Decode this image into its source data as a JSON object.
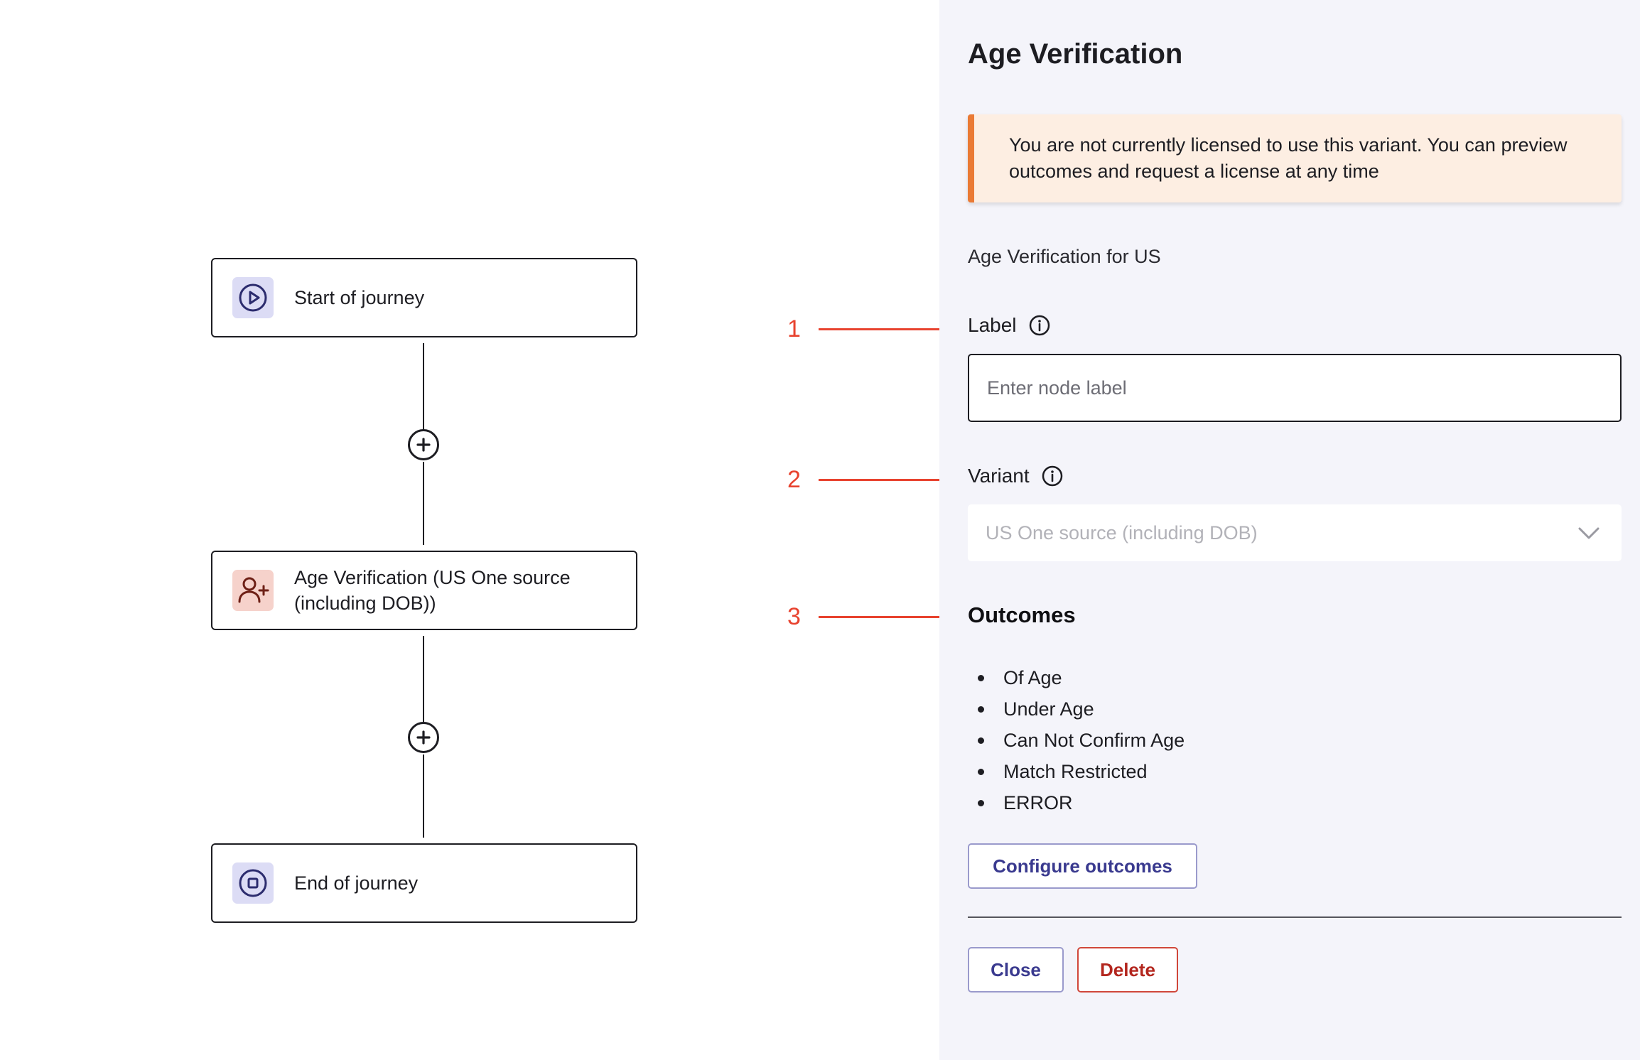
{
  "journey": {
    "nodes": [
      {
        "label": "Start of journey",
        "icon": "play-circle-icon"
      },
      {
        "label": "Age Verification (US One source (including DOB))",
        "icon": "user-add-icon"
      },
      {
        "label": "End of journey",
        "icon": "stop-circle-icon"
      }
    ],
    "add_step_icon": "plus-circle-icon"
  },
  "annotations": [
    "1",
    "2",
    "3"
  ],
  "panel": {
    "title": "Age Verification",
    "banner": "You are not currently licensed to use this variant. You can preview outcomes and request a license at any time",
    "subtitle": "Age Verification for US",
    "label_field": {
      "label": "Label",
      "placeholder": "Enter node label",
      "value": ""
    },
    "variant_field": {
      "label": "Variant",
      "selected": "US One source (including DOB)"
    },
    "outcomes": {
      "title": "Outcomes",
      "items": [
        "Of Age",
        "Under Age",
        "Can Not Confirm Age",
        "Match Restricted",
        "ERROR"
      ],
      "configure_label": "Configure outcomes"
    },
    "actions": {
      "close_label": "Close",
      "delete_label": "Delete"
    }
  },
  "colors": {
    "accent": "#3a3a8f",
    "danger": "#b3261e",
    "warning_bar": "#ea7a34",
    "warning_bg": "#fdeee2",
    "annotation": "#e8432f",
    "panel_bg": "#f4f4fa"
  }
}
